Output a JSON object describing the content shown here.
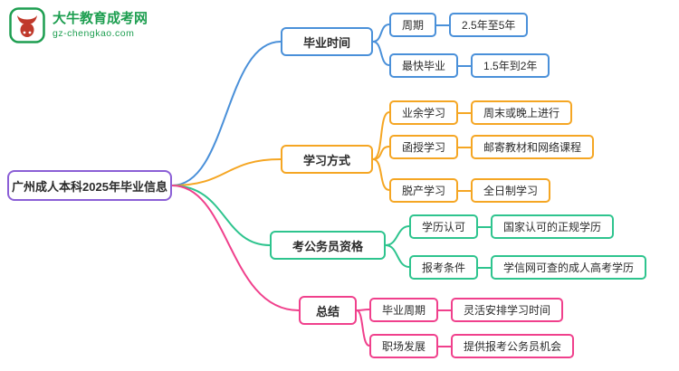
{
  "logo": {
    "site_name": "大牛教育成考网",
    "site_url": "gz-chengkao.com",
    "color": "#1d9e50",
    "bull_color": "#c0392b"
  },
  "root": {
    "label": "广州成人本科2025年毕业信息",
    "color": "#8b5fd6"
  },
  "branches": [
    {
      "label": "毕业时间",
      "color": "#4a90d9",
      "children": [
        {
          "label": "周期",
          "value": "2.5年至5年"
        },
        {
          "label": "最快毕业",
          "value": "1.5年到2年"
        }
      ]
    },
    {
      "label": "学习方式",
      "color": "#f5a623",
      "children": [
        {
          "label": "业余学习",
          "value": "周末或晚上进行"
        },
        {
          "label": "函授学习",
          "value": "邮寄教材和网络课程"
        },
        {
          "label": "脱产学习",
          "value": "全日制学习"
        }
      ]
    },
    {
      "label": "考公务员资格",
      "color": "#2ec48e",
      "children": [
        {
          "label": "学历认可",
          "value": "国家认可的正规学历"
        },
        {
          "label": "报考条件",
          "value": "学信网可查的成人高考学历"
        }
      ]
    },
    {
      "label": "总结",
      "color": "#f0408c",
      "children": [
        {
          "label": "毕业周期",
          "value": "灵活安排学习时间"
        },
        {
          "label": "职场发展",
          "value": "提供报考公务员机会"
        }
      ]
    }
  ]
}
